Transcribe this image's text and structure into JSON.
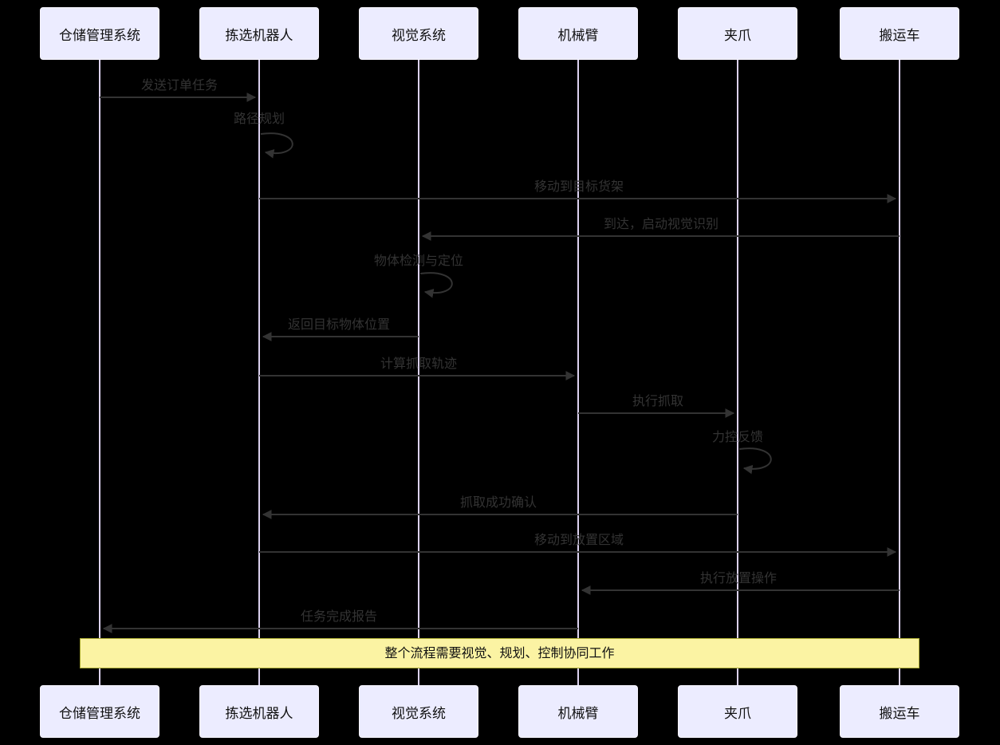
{
  "diagram_type": "sequence-diagram",
  "actors": [
    {
      "label": "仓储管理系统"
    },
    {
      "label": "拣选机器人"
    },
    {
      "label": "视觉系统"
    },
    {
      "label": "机械臂"
    },
    {
      "label": "夹爪"
    },
    {
      "label": "搬运车"
    }
  ],
  "messages": [
    {
      "text": "发送订单任务",
      "from": "仓储管理系统",
      "to": "拣选机器人",
      "kind": "solid"
    },
    {
      "text": "路径规划",
      "from": "拣选机器人",
      "to": "拣选机器人",
      "kind": "self"
    },
    {
      "text": "移动到目标货架",
      "from": "拣选机器人",
      "to": "搬运车",
      "kind": "solid"
    },
    {
      "text": "到达，启动视觉识别",
      "from": "搬运车",
      "to": "视觉系统",
      "kind": "solid"
    },
    {
      "text": "物体检测与定位",
      "from": "视觉系统",
      "to": "视觉系统",
      "kind": "self"
    },
    {
      "text": "返回目标物体位置",
      "from": "视觉系统",
      "to": "拣选机器人",
      "kind": "solid"
    },
    {
      "text": "计算抓取轨迹",
      "from": "拣选机器人",
      "to": "机械臂",
      "kind": "solid"
    },
    {
      "text": "执行抓取",
      "from": "机械臂",
      "to": "夹爪",
      "kind": "solid"
    },
    {
      "text": "力控反馈",
      "from": "夹爪",
      "to": "夹爪",
      "kind": "self"
    },
    {
      "text": "抓取成功确认",
      "from": "夹爪",
      "to": "拣选机器人",
      "kind": "solid"
    },
    {
      "text": "移动到放置区域",
      "from": "拣选机器人",
      "to": "搬运车",
      "kind": "solid"
    },
    {
      "text": "执行放置操作",
      "from": "搬运车",
      "to": "机械臂",
      "kind": "solid"
    },
    {
      "text": "任务完成报告",
      "from": "机械臂",
      "to": "仓储管理系统",
      "kind": "solid"
    }
  ],
  "note": {
    "text": "整个流程需要视觉、规划、控制协同工作",
    "position": "over all actors"
  },
  "colors": {
    "background": "#000000",
    "actor_fill": "#ECECFF",
    "actor_border": "#F6F4FF",
    "actor_text": "#111111",
    "lifeline": "#DCD2F0",
    "message_line": "#333333",
    "message_text": "#333333",
    "note_fill": "#FBF3A3",
    "note_border": "#AAAA33",
    "note_text": "#111111"
  }
}
